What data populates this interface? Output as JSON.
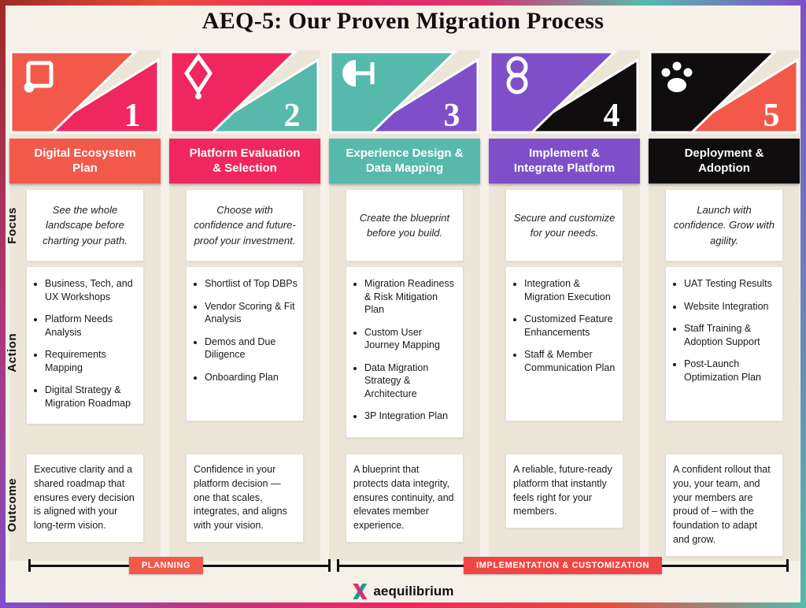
{
  "page": {
    "title": "AEQ-5: Our Proven Migration Process"
  },
  "row_labels": [
    "Focus",
    "Action",
    "Outcome"
  ],
  "columns": [
    {
      "number": "1",
      "icon": "frame-nodes-icon",
      "flag_left_color": "#F2594B",
      "flag_right_color": "#F0275F",
      "title_color": "#F2594B",
      "title": "Digital Ecosystem Plan",
      "focus": "See the whole landscape before charting your path.",
      "actions": [
        "Business, Tech, and UX Workshops",
        "Platform Needs Analysis",
        "Requirements Mapping",
        "Digital Strategy & Migration Roadmap"
      ],
      "outcome": "Executive clarity and a shared roadmap that ensures every decision is aligned with your long-term vision."
    },
    {
      "number": "2",
      "icon": "diamond-icon",
      "flag_left_color": "#F0275F",
      "flag_right_color": "#56B9AC",
      "title_color": "#F0275F",
      "title": "Platform Evaluation & Selection",
      "focus": "Choose with confidence and future-proof your investment.",
      "actions": [
        "Shortlist of Top DBPs",
        "Vendor Scoring & Fit Analysis",
        "Demos and Due Diligence",
        "Onboarding Plan"
      ],
      "outcome": "Confidence in your platform decision — one that scales, integrates, and aligns with your vision."
    },
    {
      "number": "3",
      "icon": "plug-connector-icon",
      "flag_left_color": "#56B9AC",
      "flag_right_color": "#7F4FC9",
      "title_color": "#56B9AC",
      "title": "Experience Design & Data Mapping",
      "focus": "Create the blueprint before you build.",
      "actions": [
        "Migration Readiness & Risk Mitigation Plan",
        "Custom User Journey Mapping",
        "Data Migration Strategy & Architecture",
        "3P Integration Plan"
      ],
      "outcome": "A blueprint that protects data integrity, ensures continuity, and elevates member experience."
    },
    {
      "number": "4",
      "icon": "chain-links-icon",
      "flag_left_color": "#7F4FC9",
      "flag_right_color": "#0F0D0D",
      "title_color": "#7F4FC9",
      "title": "Implement & Integrate Platform",
      "focus": "Secure and customize for your needs.",
      "actions": [
        "Integration & Migration Execution",
        "Customized Feature Enhancements",
        "Staff & Member Communication Plan"
      ],
      "outcome": "A reliable, future-ready platform that instantly feels right for your members."
    },
    {
      "number": "5",
      "icon": "paw-icon",
      "flag_left_color": "#0F0D0D",
      "flag_right_color": "#F2594B",
      "title_color": "#0F0D0D",
      "title": "Deployment & Adoption",
      "focus": "Launch with confidence. Grow with agility.",
      "actions": [
        "UAT Testing Results",
        "Website Integration",
        "Staff Training & Adoption Support",
        "Post-Launch Optimization Plan"
      ],
      "outcome": "A confident rollout that you, your team, and your members are proud of – with the foundation to adapt and grow."
    }
  ],
  "brackets": [
    {
      "label": "PLANNING",
      "color": "#F2594B"
    },
    {
      "label": "IMPLEMENTATION & CUSTOMIZATION",
      "color": "#F04545"
    }
  ],
  "logo": {
    "text": "aequilibrium"
  }
}
